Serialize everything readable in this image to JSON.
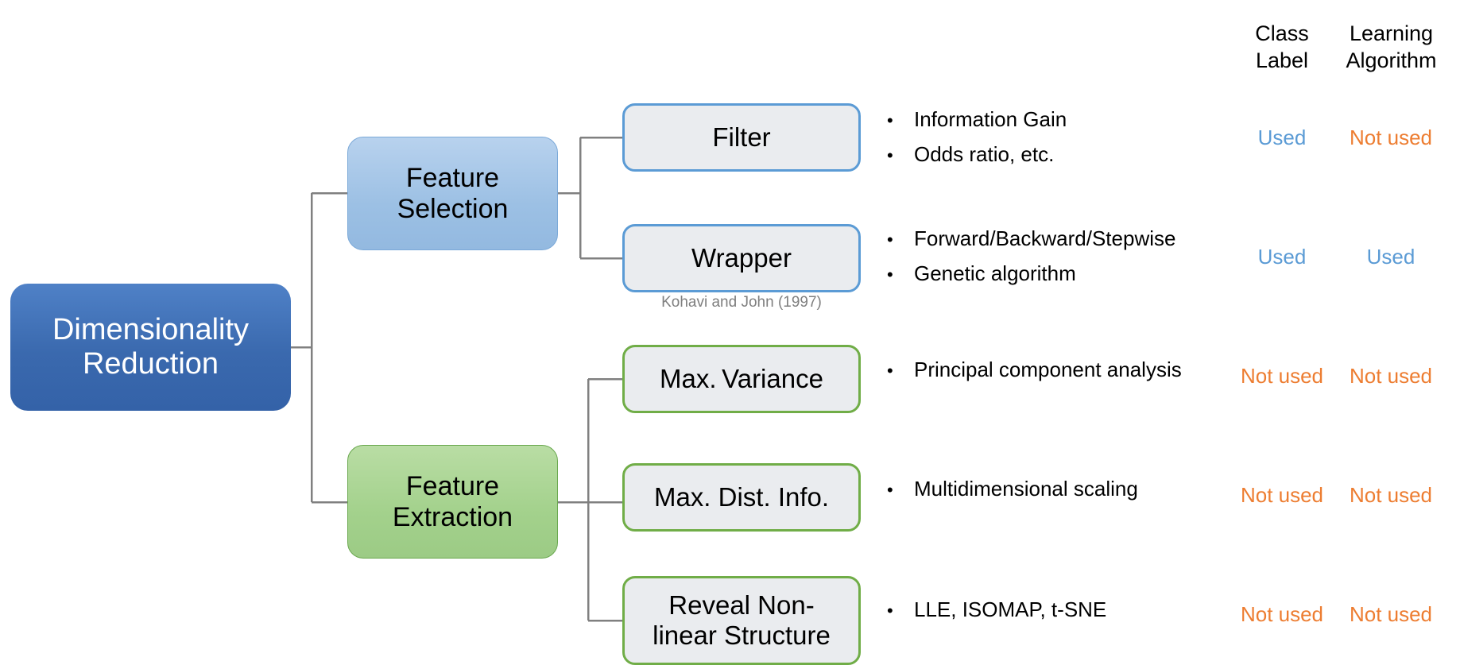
{
  "diagram": {
    "title": "Dimensionality Reduction taxonomy",
    "root": {
      "label": "Dimensionality\nReduction",
      "line1": "Dimensionality",
      "line2": "Reduction"
    },
    "branches": [
      {
        "id": "feature-selection",
        "line1": "Feature",
        "line2": "Selection",
        "color": "#9cc0e4"
      },
      {
        "id": "feature-extraction",
        "line1": "Feature",
        "line2": "Extraction",
        "color": "#a3d18c"
      }
    ],
    "leaves": [
      {
        "id": "filter",
        "line1": "Filter",
        "line2": ""
      },
      {
        "id": "wrapper",
        "line1": "Wrapper",
        "line2": ""
      },
      {
        "id": "max-variance",
        "line1": "Max. Variance",
        "line2": ""
      },
      {
        "id": "max-dist-info",
        "line1": "Max. Dist. Info.",
        "line2": ""
      },
      {
        "id": "reveal-nonlinear-structure",
        "line1": "Reveal Non-",
        "line2": "linear Structure"
      }
    ],
    "citation": "Kohavi and John (1997)",
    "bullet_groups": [
      {
        "id": "filter-bullets",
        "items": [
          "Information Gain",
          "Odds ratio, etc."
        ]
      },
      {
        "id": "wrapper-bullets",
        "items": [
          "Forward/Backward/Stepwise",
          "Genetic algorithm"
        ]
      },
      {
        "id": "max-variance-bullets",
        "items": [
          "Principal component analysis"
        ]
      },
      {
        "id": "max-dist-info-bullets",
        "items": [
          "Multidimensional scaling"
        ]
      },
      {
        "id": "reveal-nonlinear-bullets",
        "items": [
          "LLE, ISOMAP, t-SNE"
        ]
      }
    ],
    "columns": {
      "class_label": {
        "line1": "Class",
        "line2": "Label"
      },
      "learning_algorithm": {
        "line1": "Learning",
        "line2": "Algorithm"
      }
    },
    "rows": [
      {
        "id": "filter",
        "class_label": "Used",
        "class_label_state": "used",
        "learning_algorithm": "Not used",
        "learning_algorithm_state": "notused"
      },
      {
        "id": "wrapper",
        "class_label": "Used",
        "class_label_state": "used",
        "learning_algorithm": "Used",
        "learning_algorithm_state": "used"
      },
      {
        "id": "max-variance",
        "class_label": "Not used",
        "class_label_state": "notused",
        "learning_algorithm": "Not used",
        "learning_algorithm_state": "notused"
      },
      {
        "id": "max-dist-info",
        "class_label": "Not used",
        "class_label_state": "notused",
        "learning_algorithm": "Not used",
        "learning_algorithm_state": "notused"
      },
      {
        "id": "reveal-nonlinear-structure",
        "class_label": "Not used",
        "class_label_state": "notused",
        "learning_algorithm": "Not used",
        "learning_algorithm_state": "notused"
      }
    ],
    "colors": {
      "root_fill": "#3a69ae",
      "selection_fill": "#9cc0e4",
      "extraction_fill": "#a3d18c",
      "leaf_fill": "#eaecef",
      "leaf_blue_border": "#5b9bd5",
      "leaf_green_border": "#70ad47",
      "connector": "#808080",
      "used": "#5b9bd5",
      "not_used": "#ed7d31",
      "citation": "#7f7f7f"
    }
  }
}
